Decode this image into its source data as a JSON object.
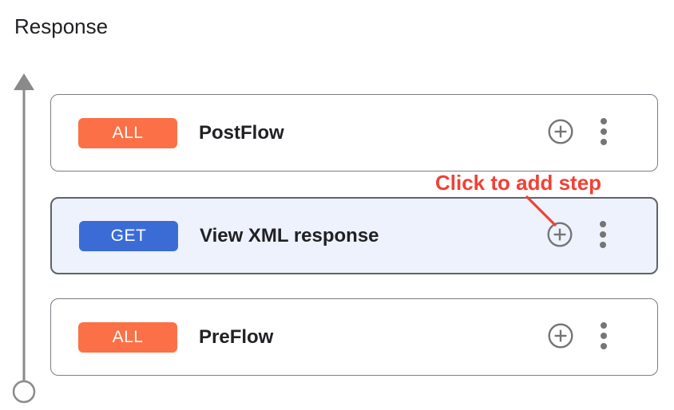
{
  "header": {
    "title": "Response"
  },
  "flows": [
    {
      "method": "ALL",
      "method_color": "#fb7046",
      "name": "PostFlow",
      "selected": false
    },
    {
      "method": "GET",
      "method_color": "#3b6cd6",
      "name": "View XML response",
      "selected": true
    },
    {
      "method": "ALL",
      "method_color": "#fb7046",
      "name": "PreFlow",
      "selected": false
    }
  ],
  "annotation": {
    "label": "Click to add step",
    "color": "#f04136"
  },
  "icons": {
    "add_step": "plus-circle-icon",
    "more_options": "kebab-menu-icon",
    "flow_direction": "up-arrow-connector",
    "flow_origin": "open-circle-terminal"
  },
  "colors": {
    "badge_all_orange": "#fb7046",
    "badge_get_blue": "#3b6cd6",
    "selected_card_bg": "#edf2fc",
    "selected_card_border": "#5f6368",
    "card_border": "#797d82",
    "icon_gray": "#757575",
    "connector_gray": "#8a8a8a",
    "annotation_red": "#f04136",
    "text_dark": "#202124"
  }
}
